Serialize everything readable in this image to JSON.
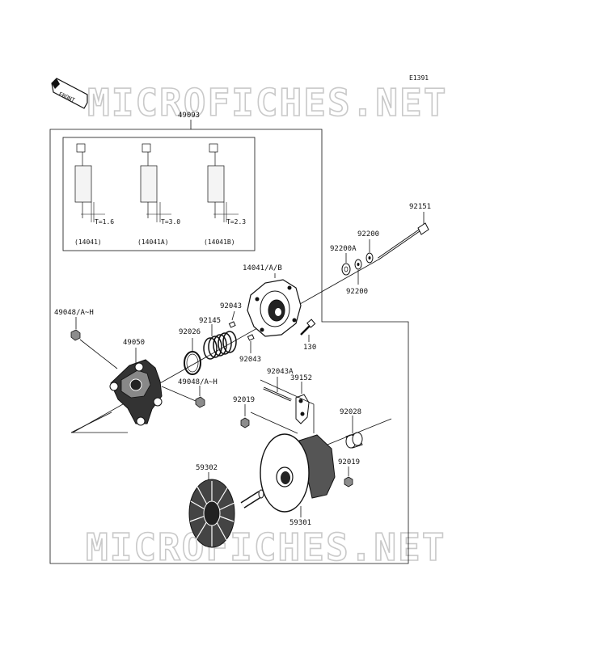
{
  "diagram_code": "E1391",
  "front_label": "FRONT",
  "watermark": "MICROFICHES.NET",
  "parts": {
    "assembly": "49093",
    "stop": "92151",
    "washer_a": "92200A",
    "washer_top": "92200",
    "washer_bottom": "92200",
    "spider": "14041/A/B",
    "pin_top": "92043",
    "pin_bottom": "92043",
    "bolt": "130",
    "spring": "92145",
    "ring": "92026",
    "nut_left": "49048/A~H",
    "hub": "49050",
    "nut_right": "49048/A~H",
    "rod": "92043A",
    "weight": "39152",
    "nut_small": "92019",
    "collar": "92028",
    "nut_small_right": "92019",
    "fixed_sheave": "59302",
    "movable_sheave": "59301"
  },
  "inset": {
    "variants": [
      {
        "thickness": "T=1.6",
        "code": "(14041)"
      },
      {
        "thickness": "T=3.0",
        "code": "(14041A)"
      },
      {
        "thickness": "T=2.3",
        "code": "(14041B)"
      }
    ]
  }
}
